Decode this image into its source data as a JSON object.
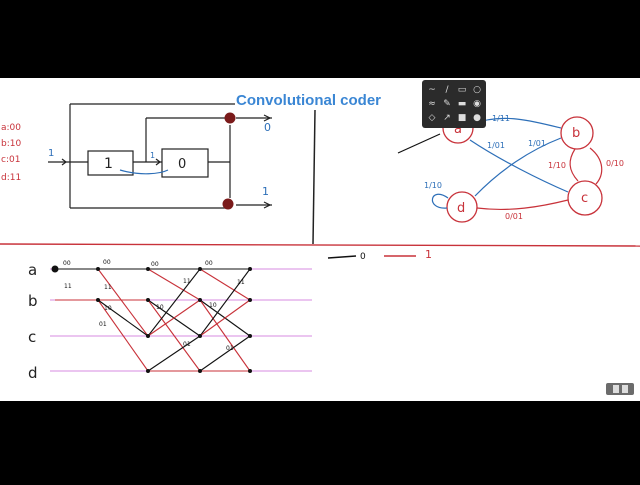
{
  "title": "Convolutional coder",
  "colors": {
    "red": "#c8323a",
    "blue": "#2d6fb8",
    "black": "#111111",
    "pink": "#d78be0",
    "title": "#3a86d4"
  },
  "states_legend": [
    "a:00",
    "b:10",
    "c:01",
    "d:11"
  ],
  "encoder": {
    "input": "1",
    "register_1": "1",
    "register_2": "0",
    "small_label": "1",
    "output_top": "0",
    "output_bottom": "1"
  },
  "state_diagram": {
    "nodes": [
      "a",
      "b",
      "c",
      "d"
    ],
    "edge_labels": [
      "1/11",
      "1/01",
      "1/01",
      "1/10",
      "0/10",
      "1/10",
      "0/01"
    ]
  },
  "trellis": {
    "row_labels": [
      "a",
      "b",
      "c",
      "d"
    ],
    "branch_labels": [
      "00",
      "00",
      "00",
      "00",
      "11",
      "11",
      "11",
      "11",
      "10",
      "10",
      "10",
      "01",
      "01",
      "01"
    ],
    "legend_zero": "0",
    "legend_one": "1"
  },
  "toolbar": {
    "tools": [
      "pen-tool",
      "line-tool",
      "rectangle-tool",
      "circle-tool",
      "highlighter-tool",
      "pencil-tool",
      "filled-rectangle-tool",
      "filled-circle-tool",
      "eraser-tool",
      "arrow-tool",
      "solid-rect-tool",
      "dot-tool"
    ]
  },
  "player": {
    "control": "play-pause-control"
  }
}
